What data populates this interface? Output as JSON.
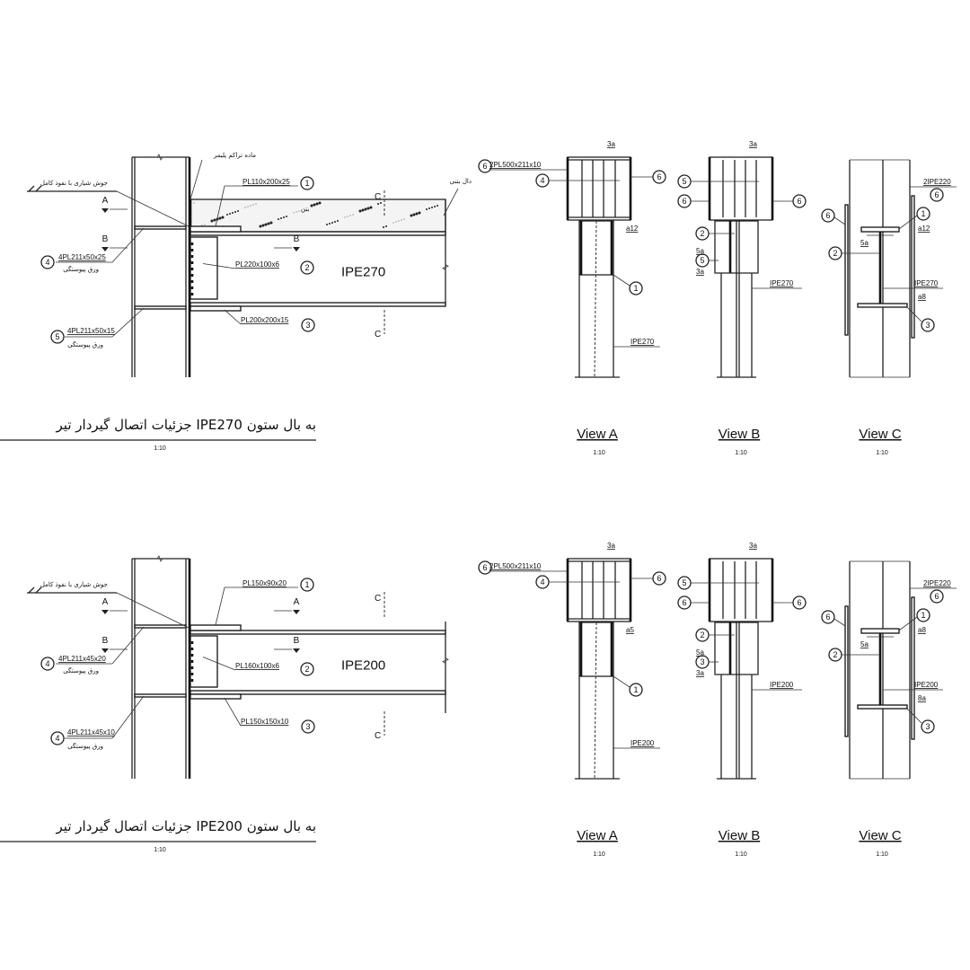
{
  "details": [
    {
      "beam": "IPE270",
      "title": "جزئیات اتصال گیردار تیر IPE270 به بال ستون",
      "scale": "1:10",
      "weld_note": "جوش شیاری با نفوذ کامل",
      "top_note": "ماده تراکم پلیمر",
      "slab_note": "دال بتنی",
      "concrete_note": "بتن",
      "plate1": "PL110x200x25",
      "plate2": "PL220x100x6",
      "plate3": "PL200x200x15",
      "cont_top": "4PL211x50x25",
      "cont_bot": "4PL211x50x15",
      "cont_top_num": "4",
      "cont_bot_num": "5",
      "cont_note": "ورق پیوستگی",
      "sections": {
        "a": "A",
        "b": "B",
        "c": "C"
      },
      "views": [
        {
          "label": "View A",
          "scale": "1:10",
          "plate": "2PL500x211x10",
          "weld_top": "3a",
          "weld_side": "a12",
          "column": "IPE270",
          "callouts": [
            "6",
            "4",
            "6",
            "1"
          ]
        },
        {
          "label": "View B",
          "scale": "1:10",
          "weld_top": "3a",
          "weld_a": "5a",
          "weld_b": "3a",
          "column": "IPE270",
          "callouts": [
            "5",
            "6",
            "6",
            "2",
            "5"
          ]
        },
        {
          "label": "View C",
          "scale": "1:10",
          "column": "2IPE220",
          "beam": "IPE270",
          "weld_1": "a12",
          "weld_2": "5a",
          "weld_3": "a8",
          "callouts": [
            "6",
            "6",
            "1",
            "2",
            "3"
          ]
        }
      ]
    },
    {
      "beam": "IPE200",
      "title": "جزئیات اتصال گیردار تیر IPE200 به بال ستون",
      "scale": "1:10",
      "weld_note": "جوش شیاری با نفوذ کامل",
      "plate1": "PL150x90x20",
      "plate2": "PL160x100x6",
      "plate3": "PL150x150x10",
      "cont_top": "4PL211x45x20",
      "cont_bot": "4PL211x45x10",
      "cont_top_num": "4",
      "cont_bot_num": "4",
      "cont_note": "ورق پیوستگی",
      "sections": {
        "a": "A",
        "b": "B",
        "c": "C"
      },
      "views": [
        {
          "label": "View A",
          "scale": "1:10",
          "plate": "2PL500x211x10",
          "weld_top": "3a",
          "weld_side": "a5",
          "column": "IPE200",
          "callouts": [
            "6",
            "4",
            "6",
            "1"
          ]
        },
        {
          "label": "View B",
          "scale": "1:10",
          "weld_top": "3a",
          "weld_a": "5a",
          "weld_b": "3a",
          "column": "IPE200",
          "callouts": [
            "5",
            "6",
            "6",
            "2",
            "3"
          ]
        },
        {
          "label": "View C",
          "scale": "1:10",
          "column": "2IPE220",
          "beam": "IPE200",
          "weld_1": "a8",
          "weld_2": "5a",
          "weld_3": "8a",
          "callouts": [
            "6",
            "6",
            "1",
            "2",
            "3"
          ]
        }
      ]
    }
  ]
}
